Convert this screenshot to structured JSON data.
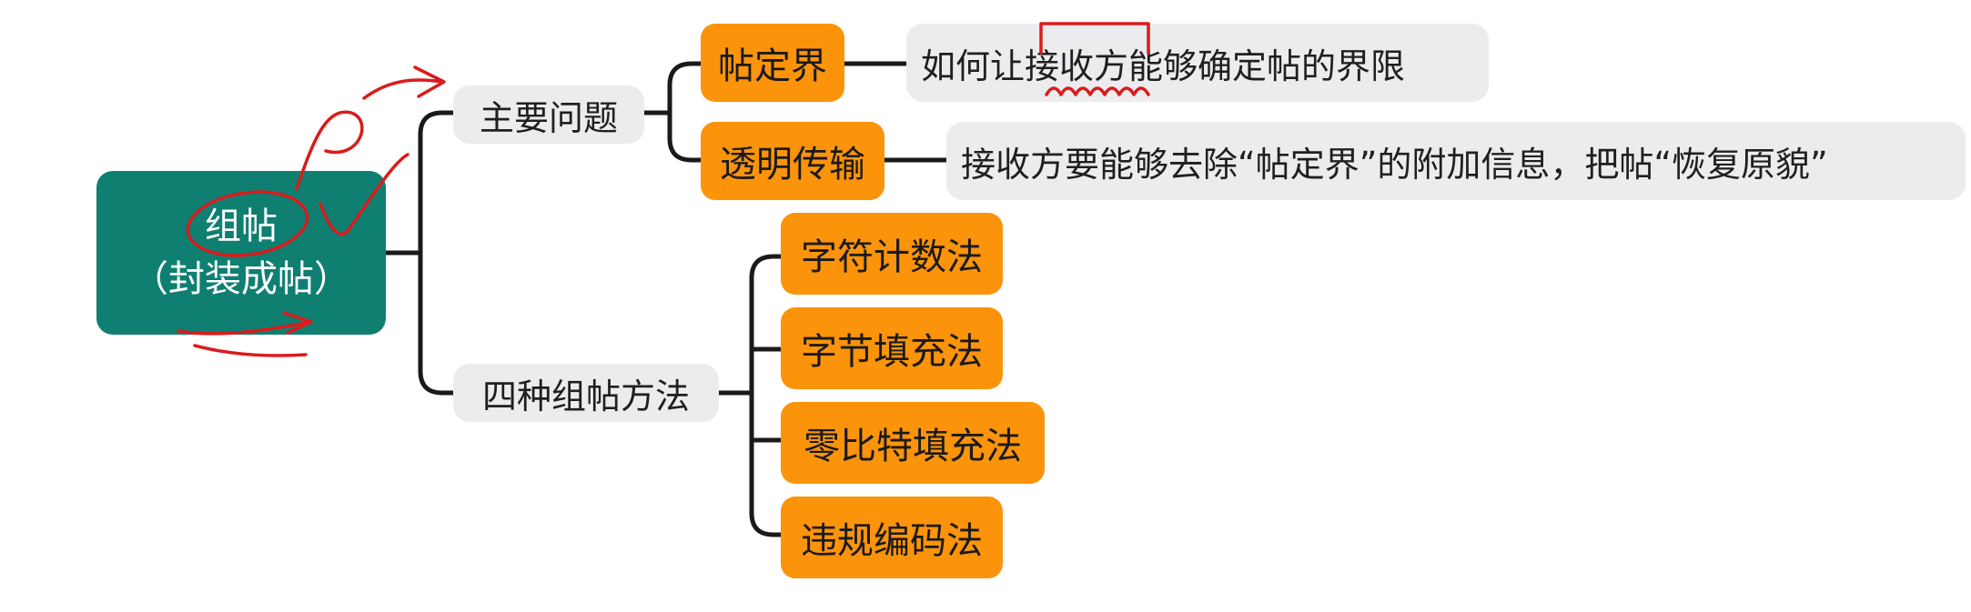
{
  "root": {
    "line1": "组帖",
    "line2": "（封装成帖）"
  },
  "branches": {
    "main_problem": {
      "label": "主要问题",
      "children": [
        {
          "label": "帖定界",
          "note": "如何让接收方能够确定帖的界限"
        },
        {
          "label": "透明传输",
          "note": "接收方要能够去除“帖定界”的附加信息，把帖“恢复原貌”"
        }
      ]
    },
    "methods": {
      "label": "四种组帖方法",
      "children": [
        "字符计数法",
        "字节填充法",
        "零比特填充法",
        "违规编码法"
      ]
    }
  },
  "colors": {
    "root": "#0f7f72",
    "orange": "#fb930b",
    "grey": "#ececef",
    "line": "#1a1a1a",
    "annotation": "#d91c1c"
  }
}
